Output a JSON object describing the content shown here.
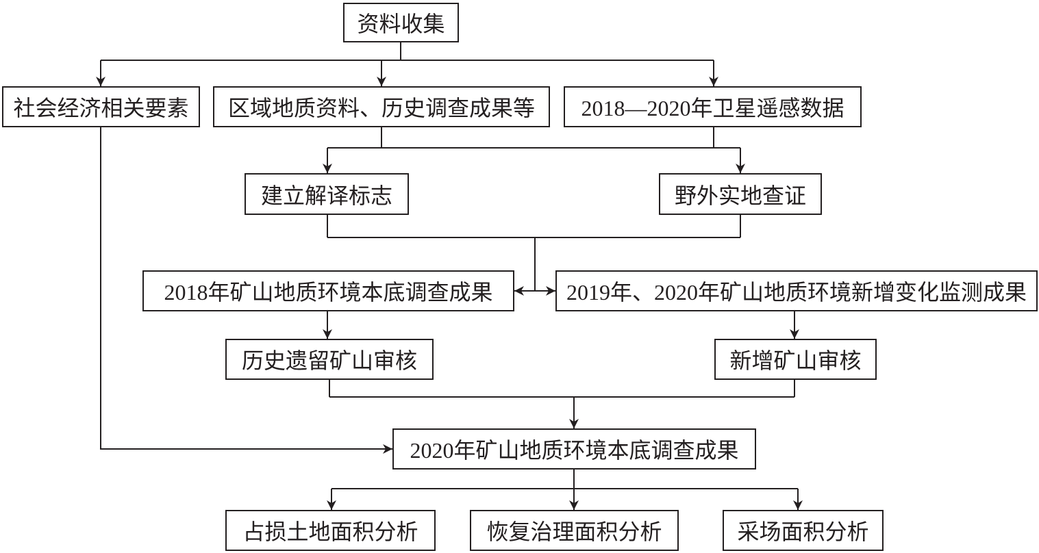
{
  "colors": {
    "line": "#231f20",
    "background": "#ffffff"
  },
  "flowchart": {
    "data_collection": "资料收集",
    "socioeconomic_factors": "社会经济相关要素",
    "regional_geology": "区域地质资料、历史调查成果等",
    "satellite_data": "2018—2020年卫星遥感数据",
    "interpretation_marks": "建立解译标志",
    "field_verification": "野外实地查证",
    "baseline_2018": "2018年矿山地质环境本底调查成果",
    "monitoring_2019_2020": "2019年、2020年矿山地质环境新增变化监测成果",
    "legacy_mine_review": "历史遗留矿山审核",
    "new_mine_review": "新增矿山审核",
    "baseline_2020": "2020年矿山地质环境本底调查成果",
    "land_occupation_analysis": "占损土地面积分析",
    "restoration_analysis": "恢复治理面积分析",
    "stope_area_analysis": "采场面积分析"
  }
}
